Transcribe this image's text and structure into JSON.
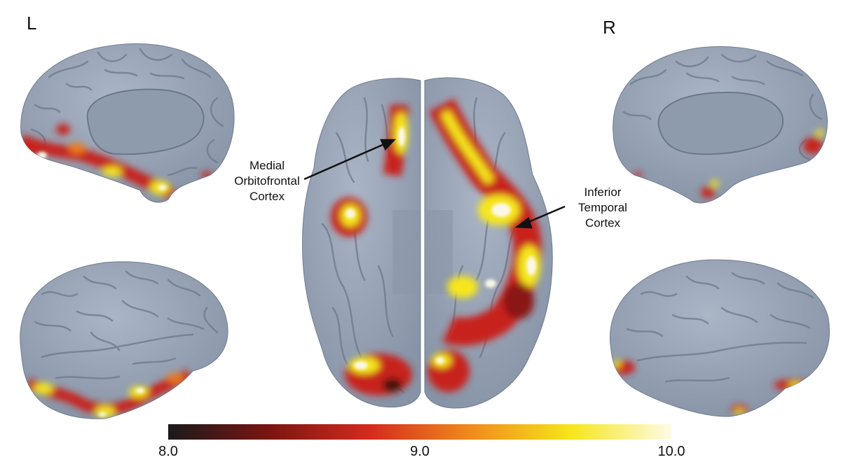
{
  "hemisphere_labels": {
    "left": "L",
    "right": "R"
  },
  "annotations": {
    "medial_orbitofrontal": [
      "Medial",
      "Orbitofrontal",
      "Cortex"
    ],
    "inferior_temporal": [
      "Inferior",
      "Temporal",
      "Cortex"
    ]
  },
  "colorbar": {
    "min_label": "8.0",
    "mid_label": "9.0",
    "max_label": "10.0",
    "range": [
      8.0,
      10.0
    ],
    "colors": [
      "#1a1a1a",
      "#7a1512",
      "#d42a1e",
      "#f08a1c",
      "#f6e61a",
      "#fdfbe6"
    ]
  },
  "palette": {
    "cortex": "#9aa6b8",
    "cortex_shade": "#7f8a9c",
    "medial_wall": "#8e9bad",
    "hot_red": "#c8221a",
    "hot_orange": "#ee7a1a",
    "hot_yellow": "#f6e61a",
    "hot_white": "#fbf8e8"
  }
}
